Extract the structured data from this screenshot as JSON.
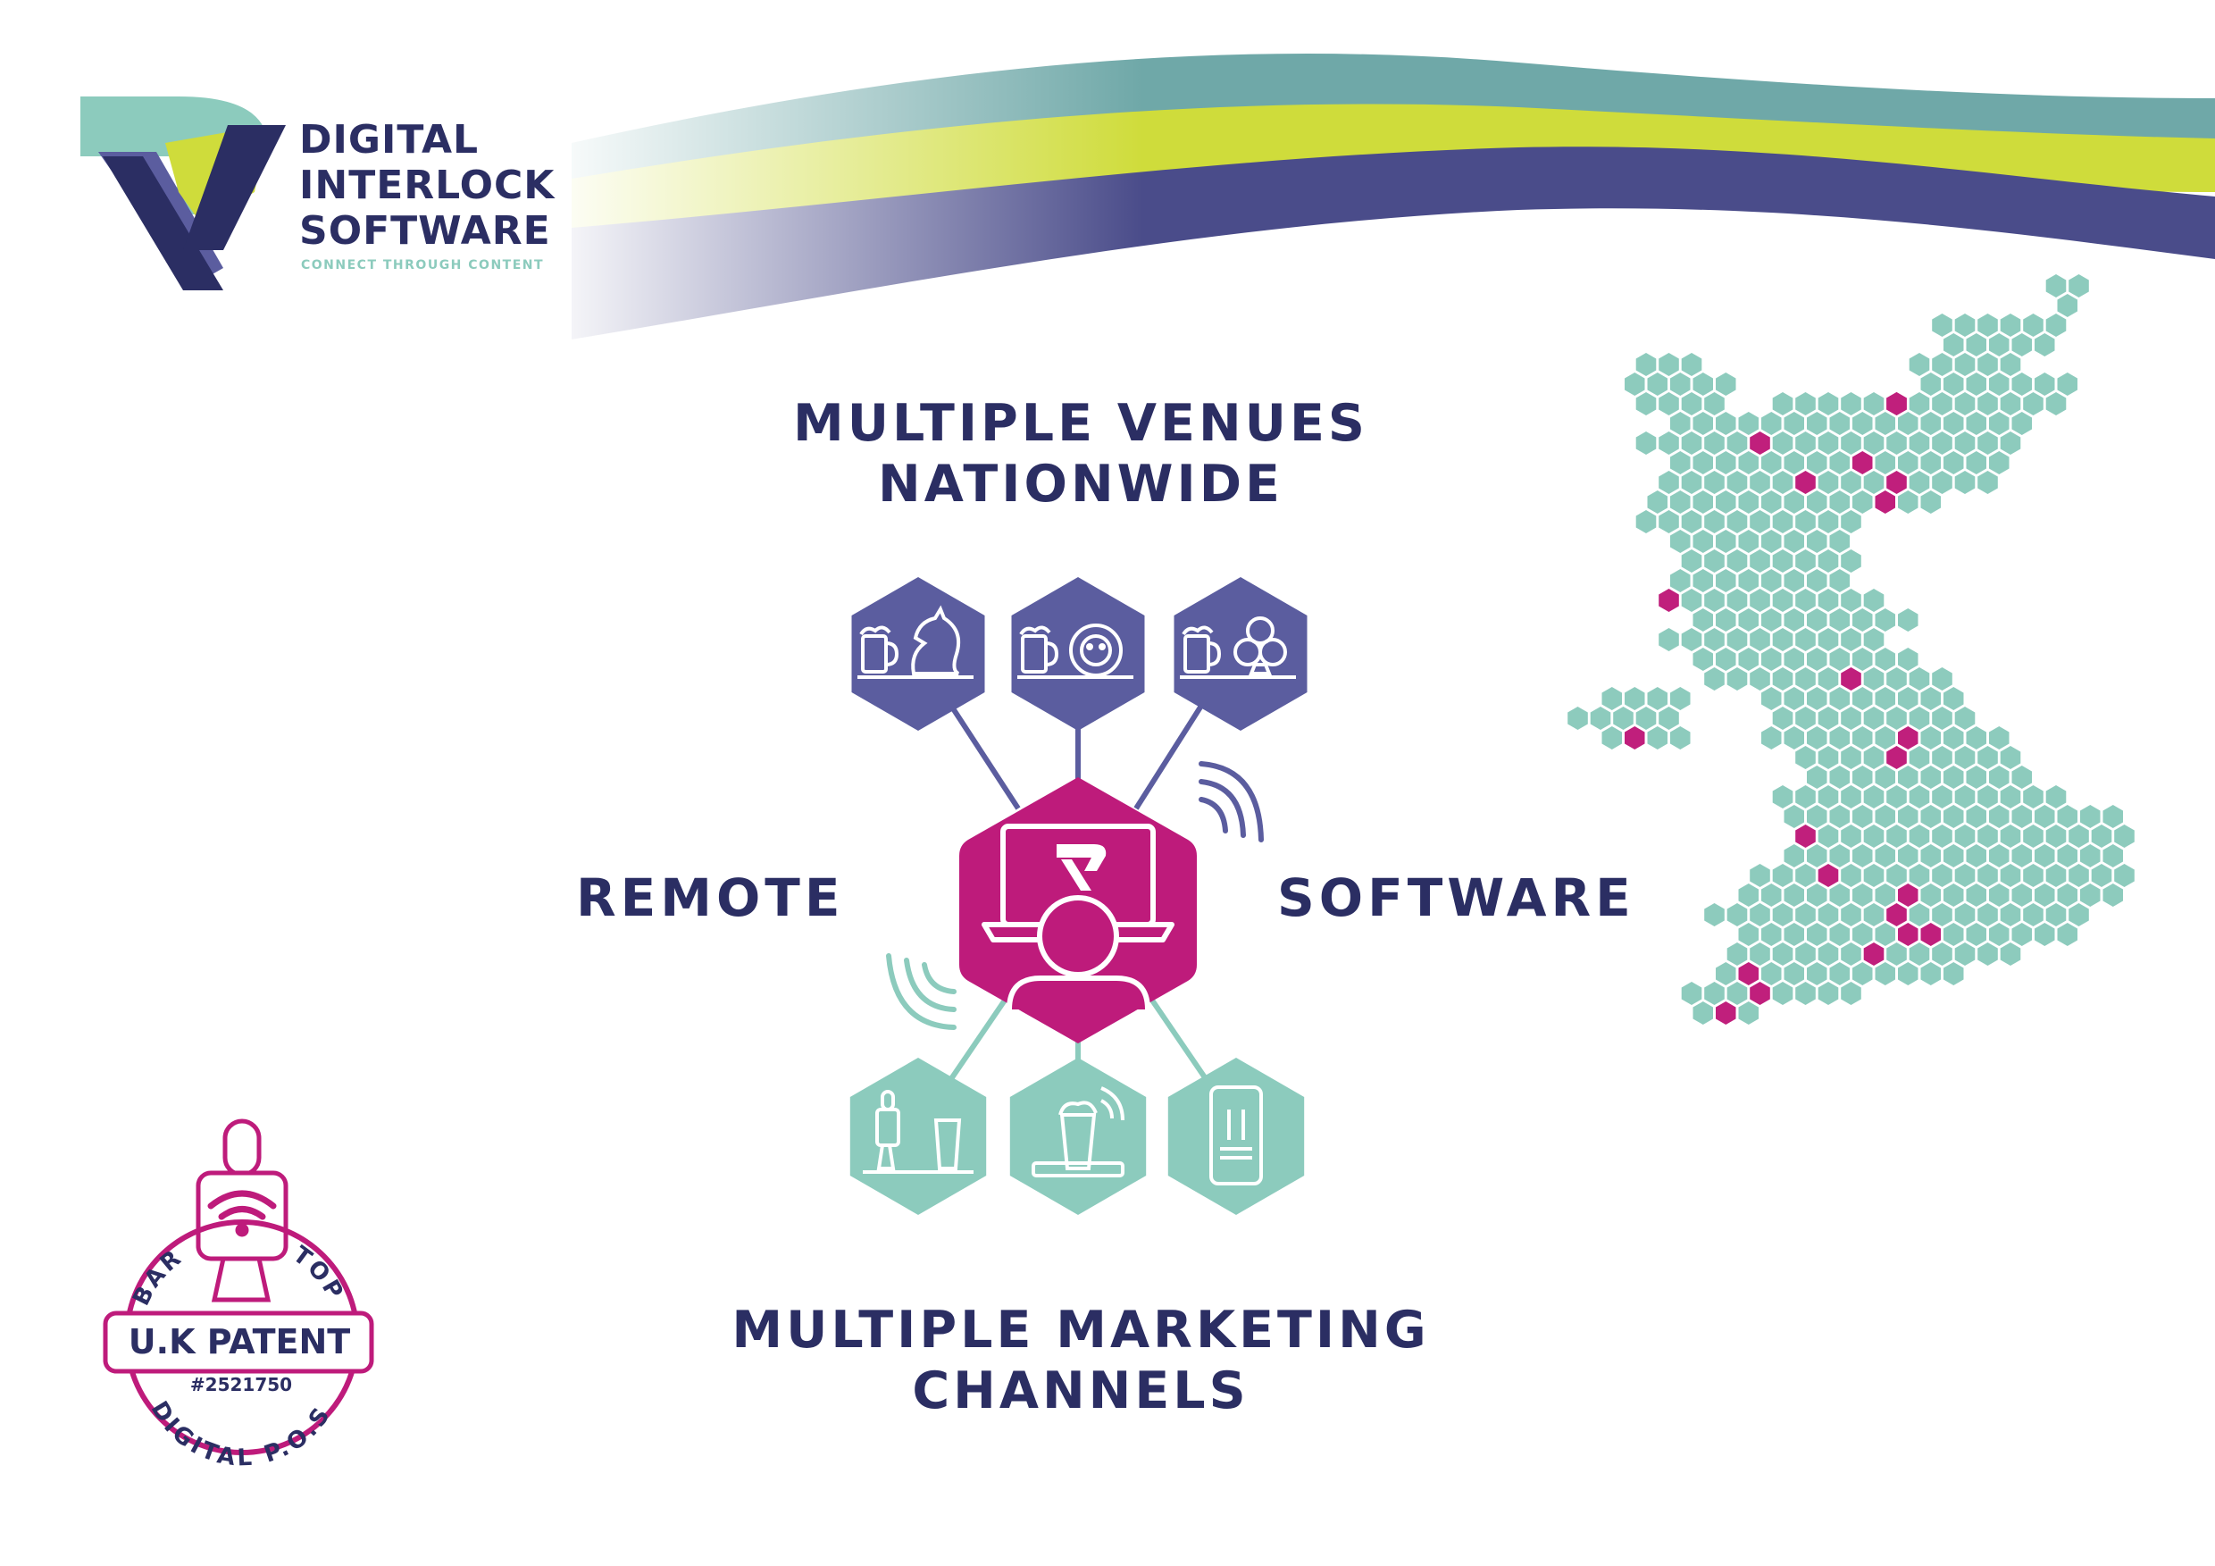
{
  "brand": {
    "name_line1": "DIGITAL",
    "name_line2": "INTERLOCK",
    "name_line3": "SOFTWARE",
    "tagline": "CONNECT THROUGH CONTENT"
  },
  "headings": {
    "top_line1": "MULTIPLE VENUES",
    "top_line2": "NATIONWIDE",
    "left": "REMOTE",
    "right": "SOFTWARE",
    "bottom_line1": "MULTIPLE MARKETING",
    "bottom_line2": "CHANNELS"
  },
  "badge": {
    "arc_left": "BAR",
    "arc_right": "TOP",
    "title": "U.K PATENT",
    "number": "#2521750",
    "arc_bottom": "DIGITAL P.O.S"
  },
  "venues": [
    {
      "icon": "beer-horse-icon"
    },
    {
      "icon": "beer-lion-icon"
    },
    {
      "icon": "beer-pool-balls-icon"
    }
  ],
  "channels": [
    {
      "icon": "bar-tap-display-icon"
    },
    {
      "icon": "beer-glass-wifi-icon"
    },
    {
      "icon": "smartphone-menu-icon"
    }
  ],
  "colors": {
    "navy": "#2b2e63",
    "venue_purple": "#5b5d9f",
    "hub_magenta": "#be1b7b",
    "channel_teal": "#8ccbbd",
    "map_teal": "#8dcbbd",
    "map_highlight": "#c01f7c",
    "swoosh_green": "#cfdc3b"
  }
}
